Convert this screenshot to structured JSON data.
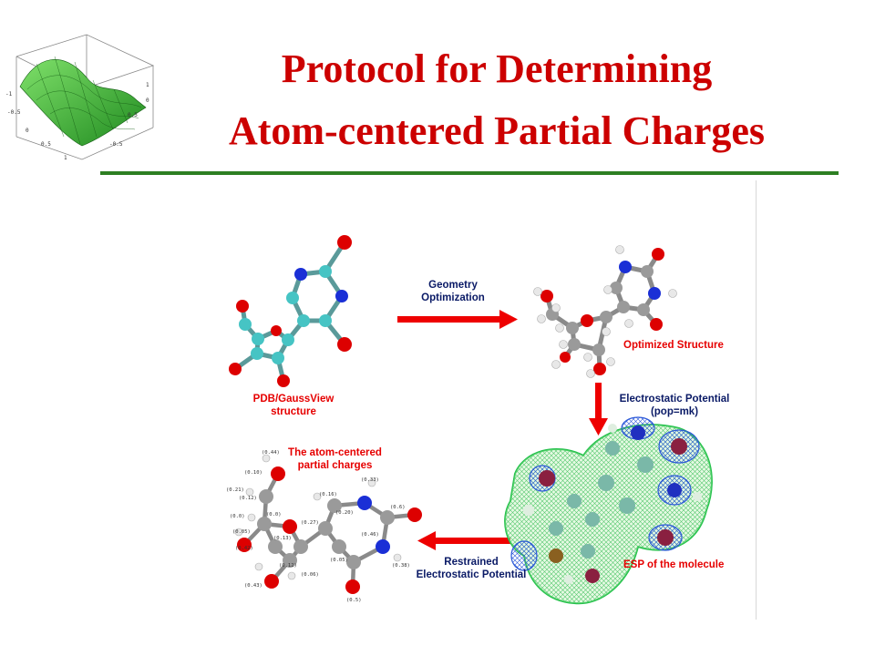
{
  "slide": {
    "title_line1": "Protocol for Determining",
    "title_line2": "Atom-centered Partial Charges"
  },
  "steps": {
    "pdb_label_1": "PDB/GaussView",
    "pdb_label_2": "structure",
    "geom_opt_1": "Geometry",
    "geom_opt_2": "Optimization",
    "optimized": "Optimized Structure",
    "esp_calc_1": "Electrostatic Potential",
    "esp_calc_2": "(pop=mk)",
    "esp_molecule": "ESP of the molecule",
    "resp_1": "Restrained",
    "resp_2": "Electrostatic Potential",
    "charges_1": "The atom-centered",
    "charges_2": "partial charges"
  },
  "colors": {
    "title": "#cc0000",
    "rule": "#2d7f22",
    "arrow": "#ee0000",
    "carbon_teal": "#46c4c4",
    "carbon_grey": "#9a9a9a",
    "oxygen": "#dd0000",
    "nitrogen": "#1a2fd6",
    "hydrogen": "#e8e8e8"
  }
}
